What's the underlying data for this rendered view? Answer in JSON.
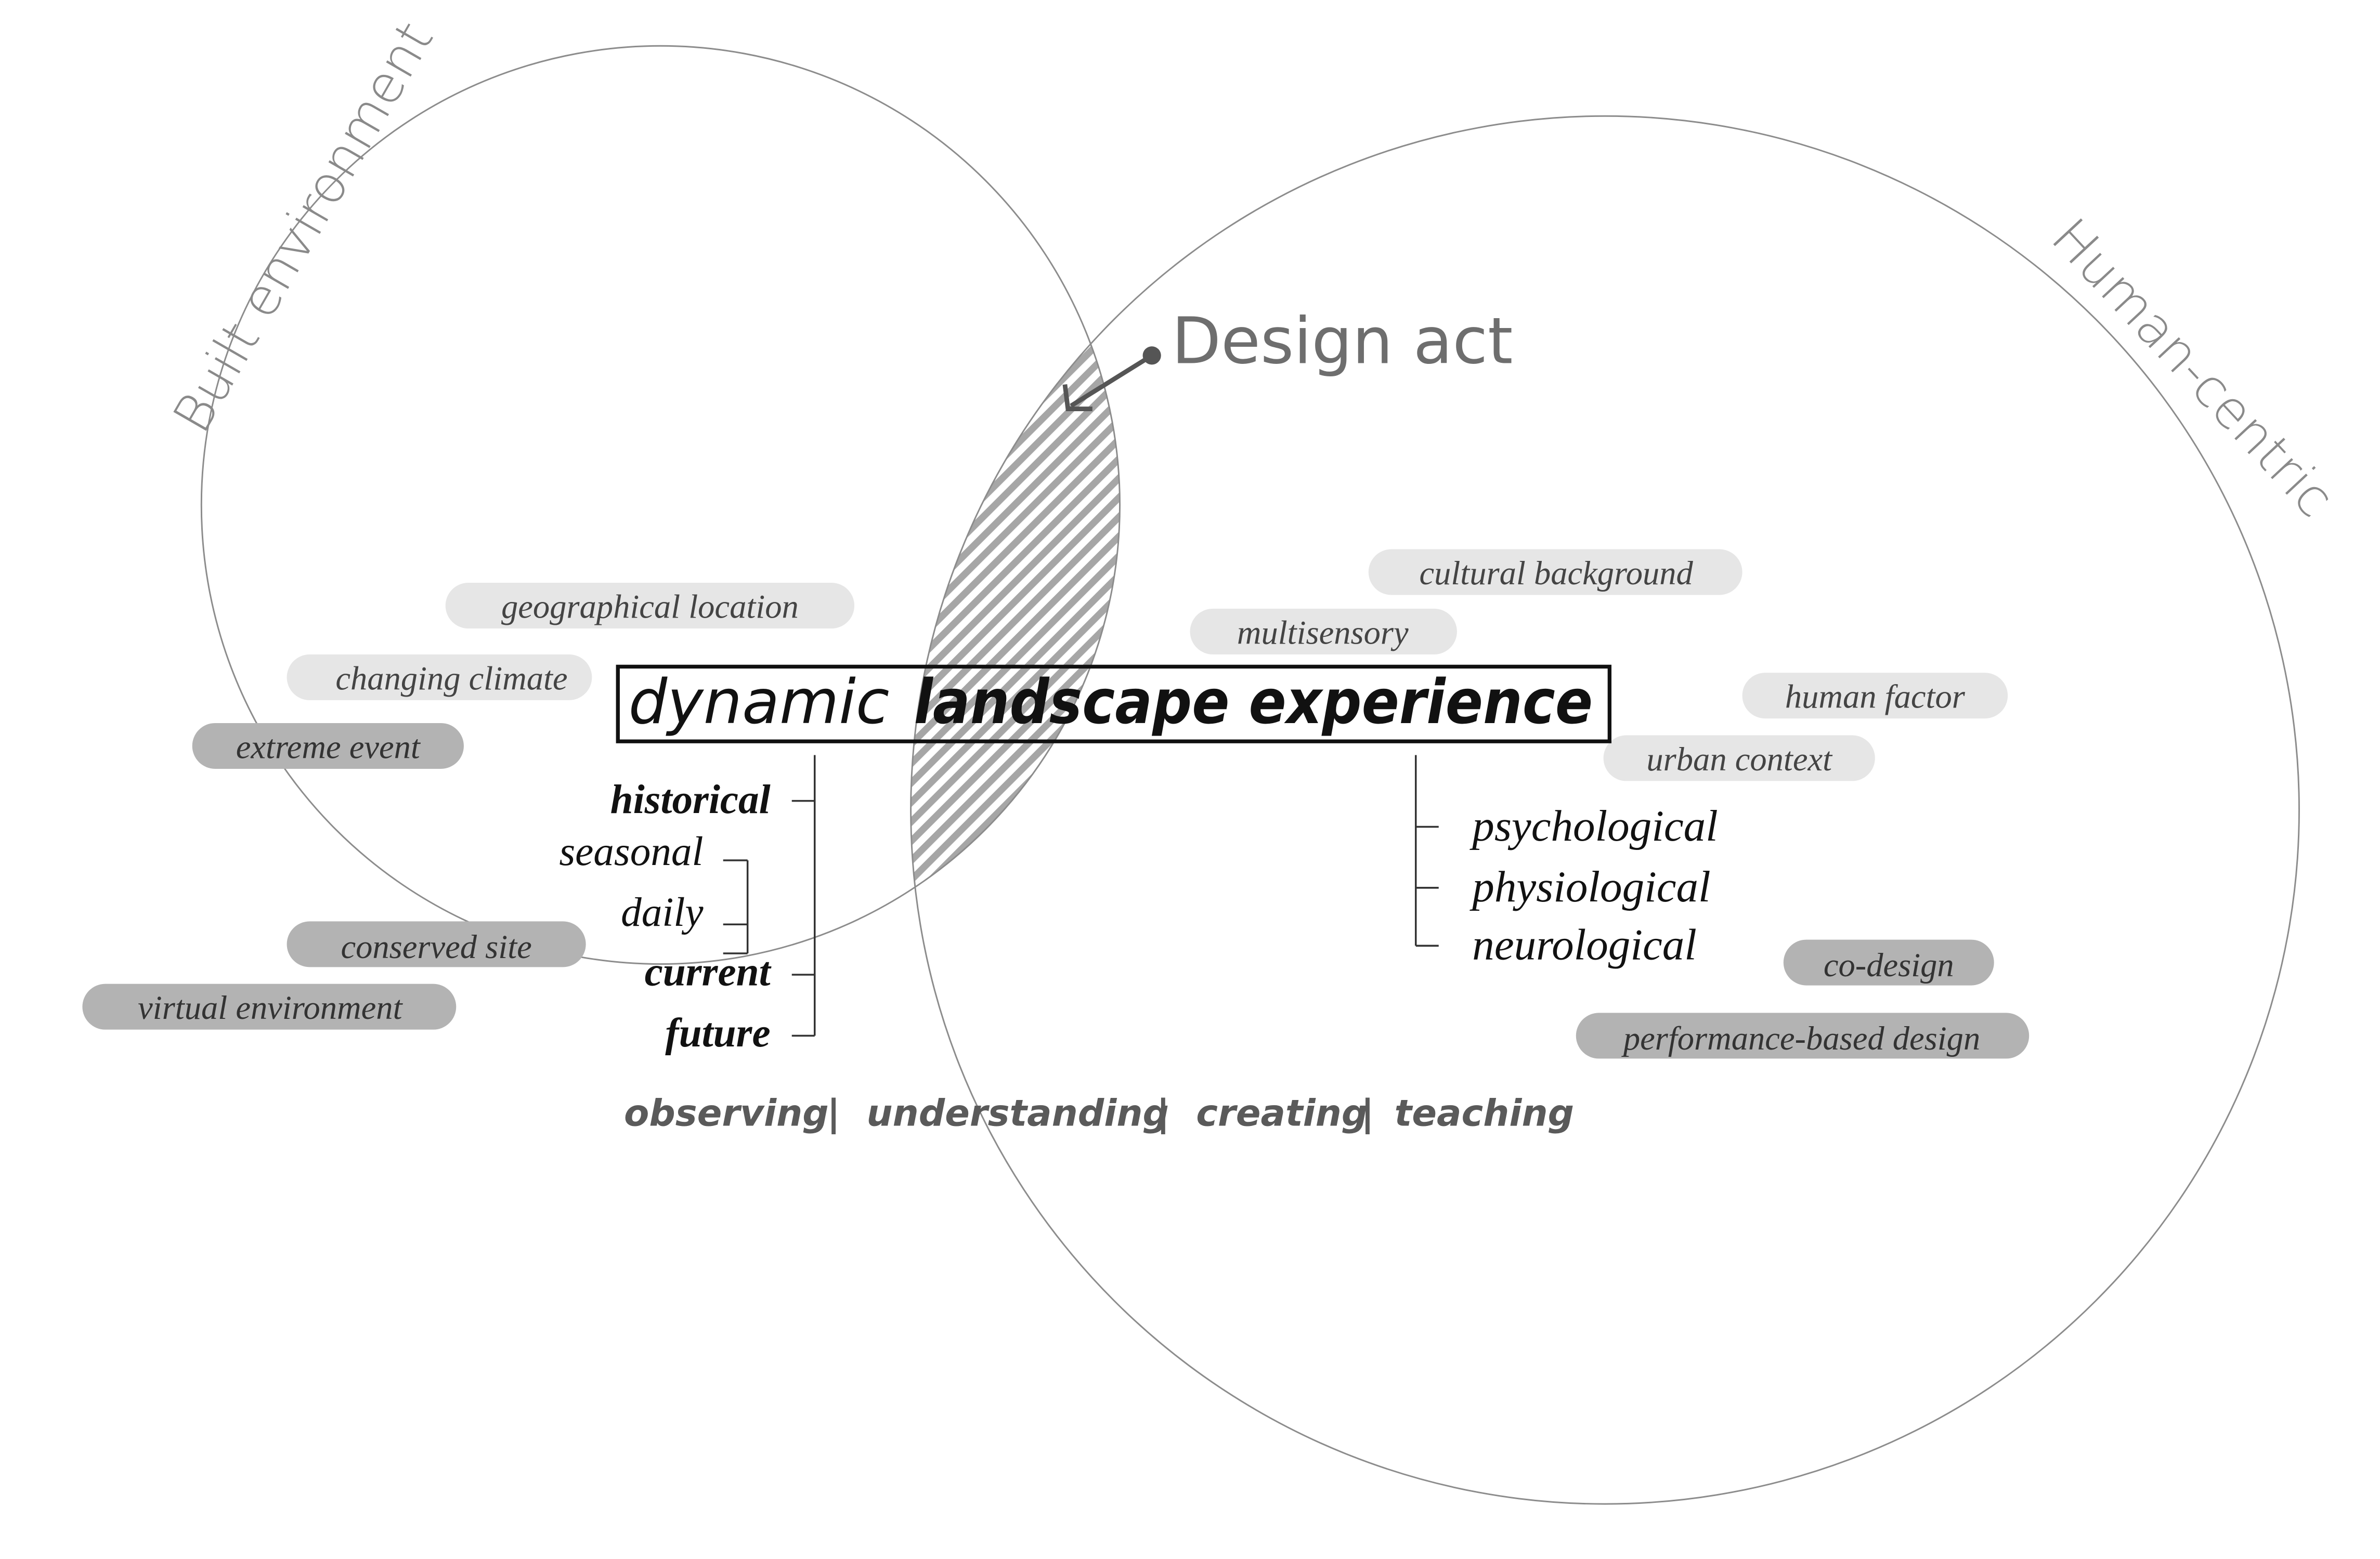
{
  "circles": {
    "left_label": "Built environment",
    "right_label": "Human-centric"
  },
  "intersection": {
    "label": "Design act"
  },
  "central_box": {
    "dynamic": "dynamic",
    "landscape_experience": "landscape experience"
  },
  "timescales": {
    "historical": "historical",
    "seasonal": "seasonal",
    "daily": "daily",
    "current": "current",
    "future": "future"
  },
  "human_aspects": {
    "psychological": "psychological",
    "physiological": "physiological",
    "neurological": "neurological"
  },
  "left_tags": {
    "geographical_location": "geographical location",
    "changing_climate": "changing climate",
    "extreme_event": "extreme event",
    "conserved_site": "conserved site",
    "virtual_environment": "virtual environment"
  },
  "right_tags": {
    "cultural_background": "cultural background",
    "multisensory": "multisensory",
    "human_factor": "human factor",
    "urban_context": "urban context",
    "co_design": "co-design",
    "performance_based_design": "performance-based design"
  },
  "activities": {
    "observing": "observing",
    "sep1": "|",
    "understanding": "understanding",
    "sep2": "|",
    "creating": "creating",
    "sep3": "|",
    "teaching": "teaching"
  },
  "colors": {
    "light_tag": "#e6e6e6",
    "dark_tag": "#b3b3b3",
    "circle_stroke": "#999999",
    "label_gray": "#7a7a7a",
    "hatch": "#999999"
  }
}
